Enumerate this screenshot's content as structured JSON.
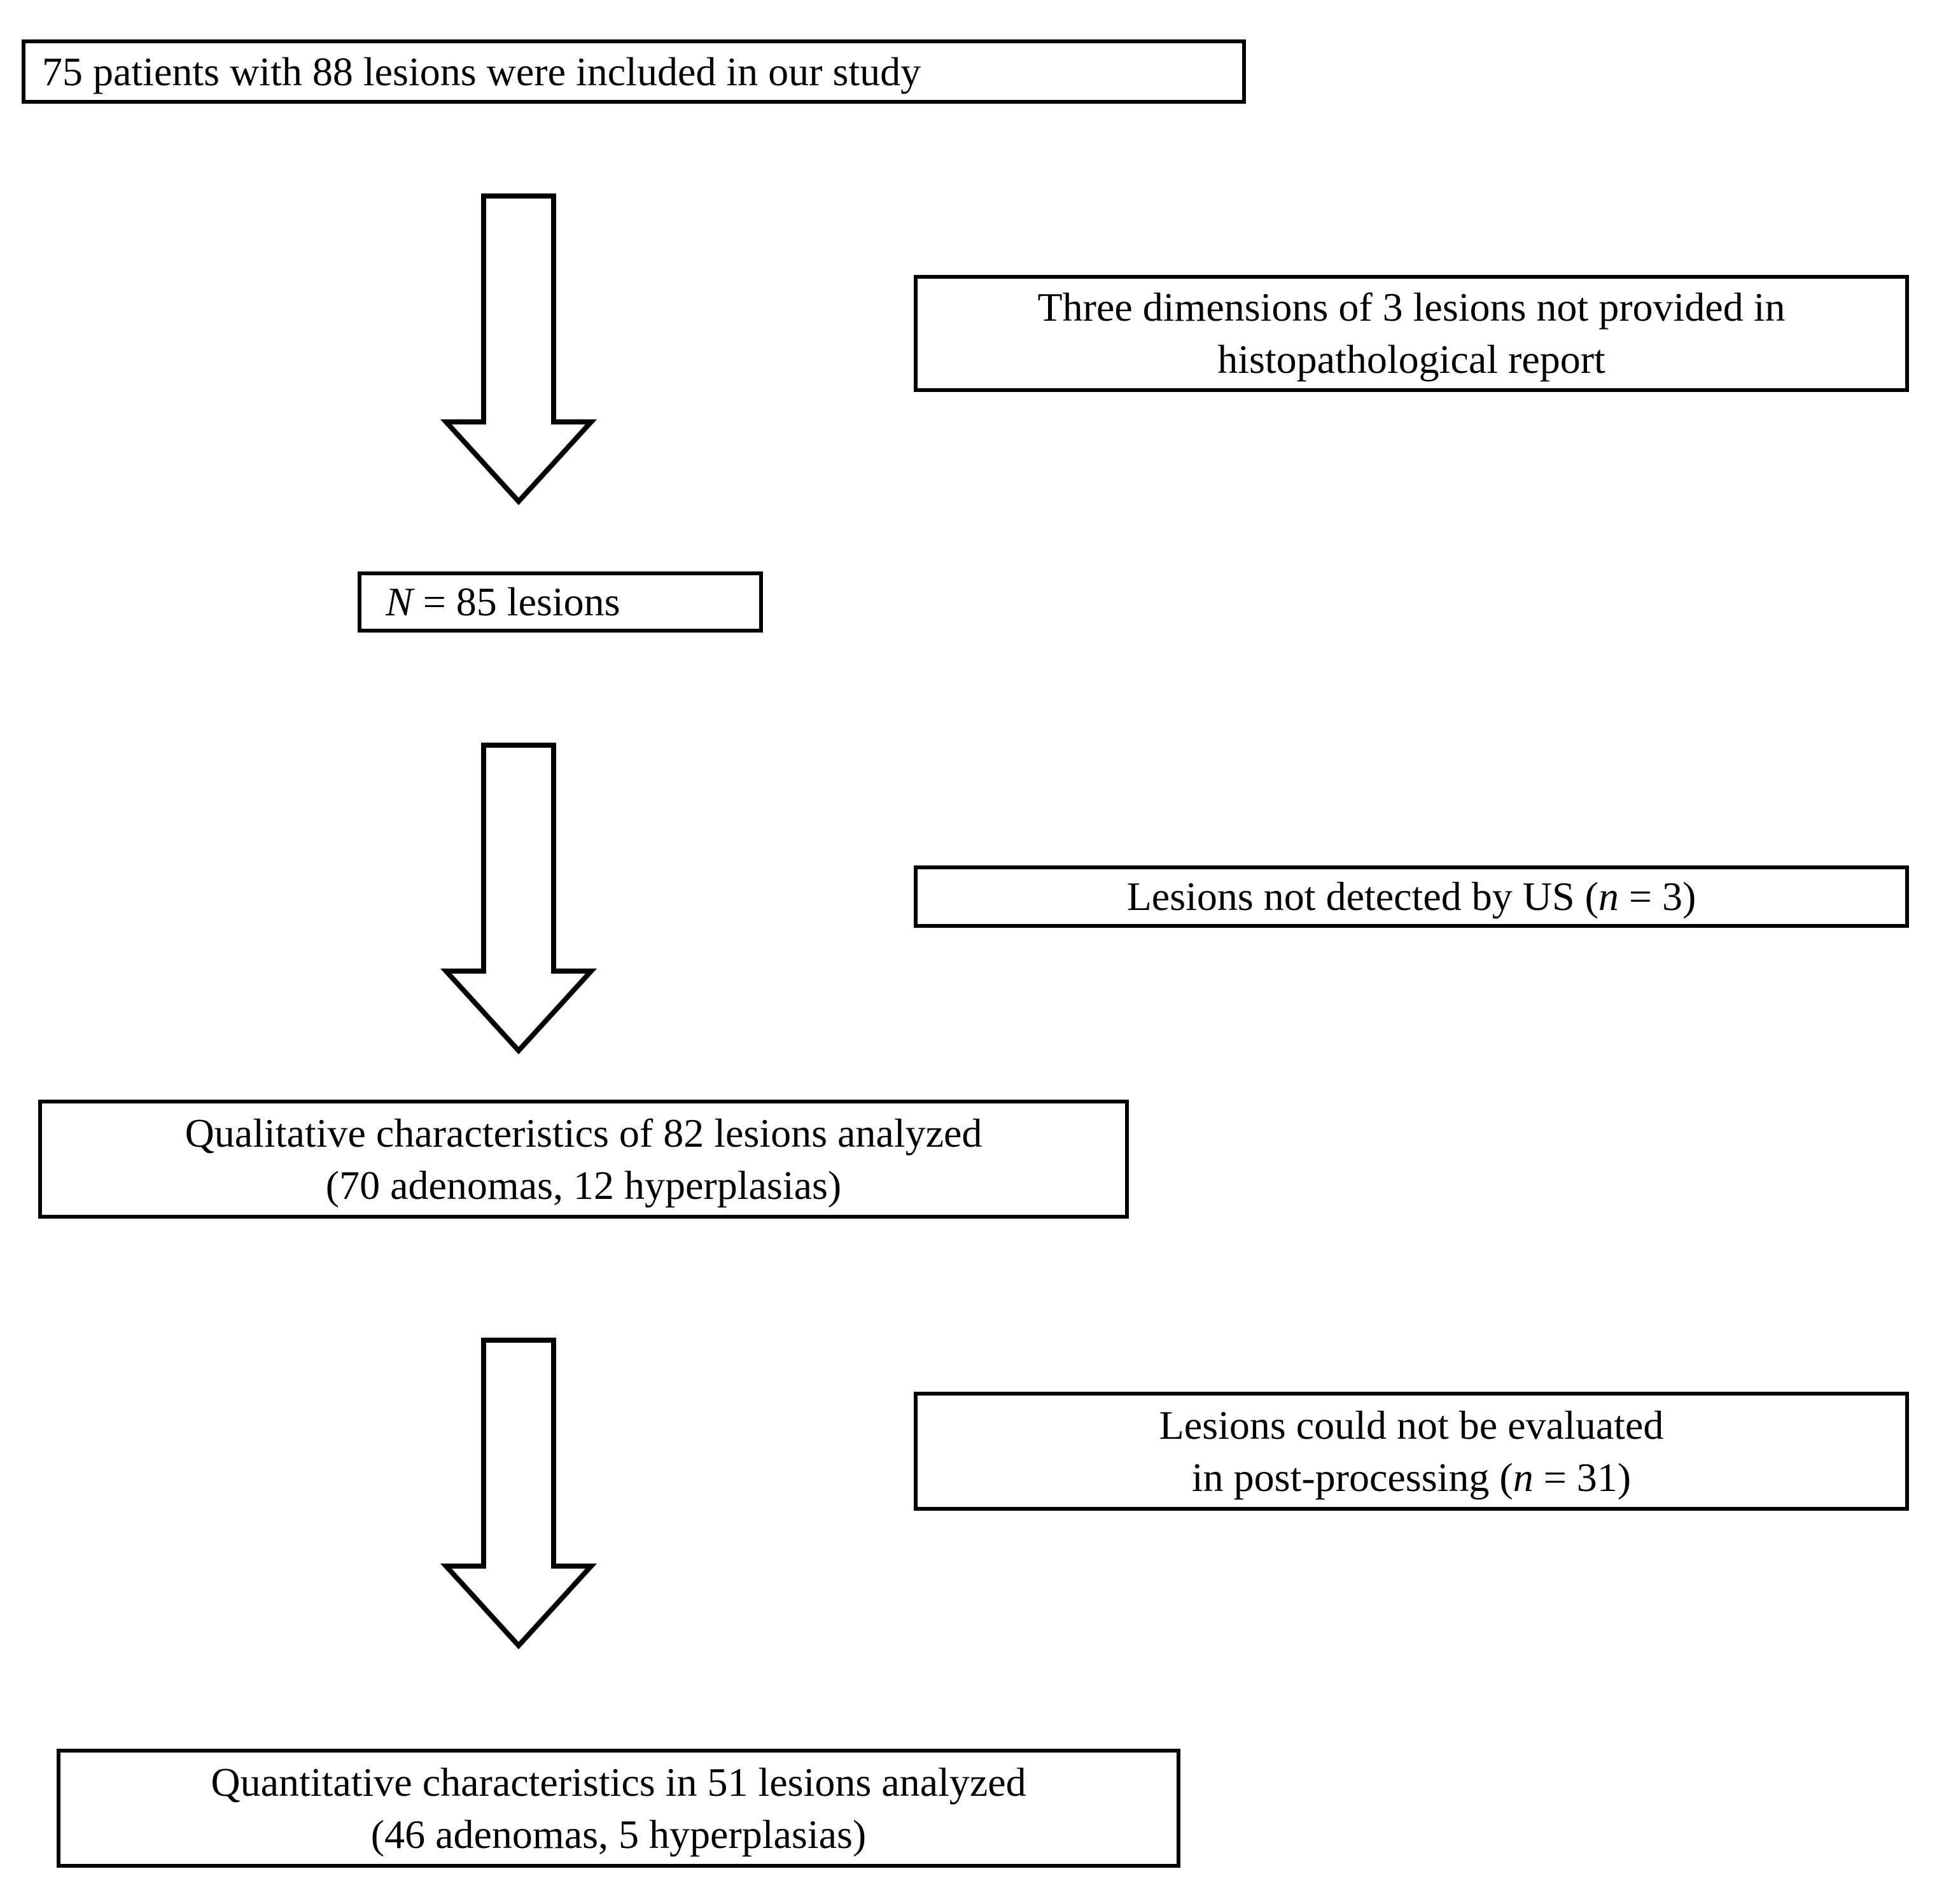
{
  "flow": {
    "box_included": {
      "text": "75 patients with 88 lesions were included in our study"
    },
    "box_n85": {
      "var": "N",
      "rest": " = 85 lesions"
    },
    "side_dimensions": {
      "line1": "Three dimensions of 3 lesions not provided in",
      "line2": "histopathological report"
    },
    "side_us": {
      "pre": "Lesions not detected by US (",
      "var": "n",
      "post": " = 3)"
    },
    "box_qualitative": {
      "line1": "Qualitative characteristics of 82 lesions analyzed",
      "line2": "(70 adenomas, 12 hyperplasias)"
    },
    "side_postprocessing": {
      "line1": "Lesions could not be evaluated",
      "line2_pre": "in post-processing (",
      "line2_var": "n",
      "line2_post": " = 31)"
    },
    "box_quantitative": {
      "line1": "Quantitative characteristics in 51 lesions analyzed",
      "line2": "(46 adenomas, 5 hyperplasias)"
    },
    "colors": {
      "background": "#ffffff",
      "border": "#000000",
      "text": "#000000",
      "arrow_fill": "#ffffff"
    }
  }
}
